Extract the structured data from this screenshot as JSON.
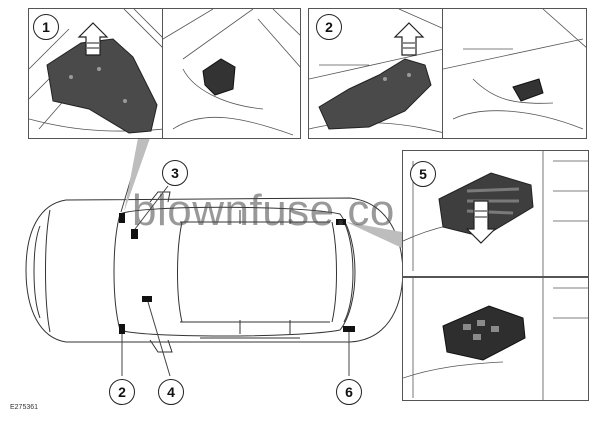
{
  "figure": {
    "reference_code": "E275361",
    "watermark": "blownfuse.co",
    "callouts": {
      "c1": "1",
      "c2_detail": "2",
      "c3": "3",
      "c5": "5",
      "c2_car": "2",
      "c4": "4",
      "c6": "6"
    }
  }
}
